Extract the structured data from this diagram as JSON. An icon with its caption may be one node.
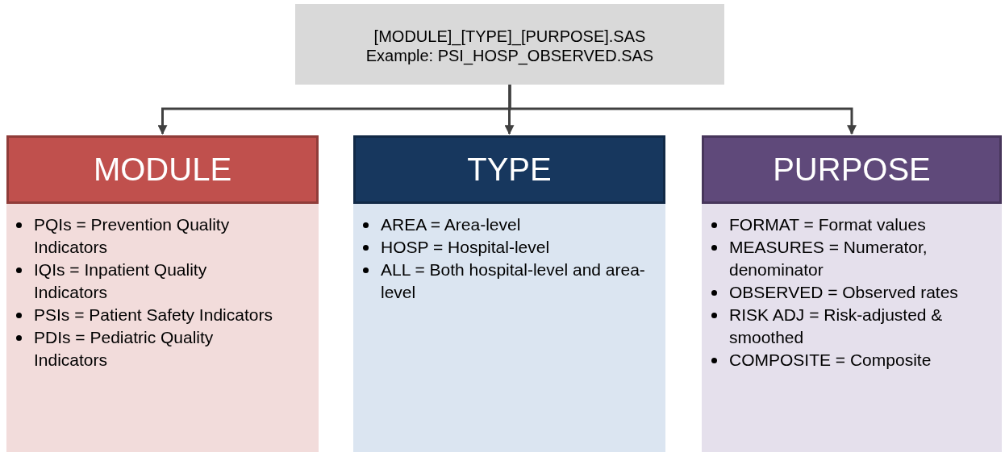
{
  "diagram": {
    "nodes": [
      {
        "text": [
          "[MODULE]_[TYPE]_[PURPOSE].SAS",
          "Example: PSI_HOSP_OBSERVED.SAS"
        ]
      },
      {
        "text": [
          "MODULE",
          "PQIs = Prevention Quality Indicators",
          "IQIs = Inpatient Quality Indicators",
          "PSIs = Patient Safety Indicators",
          "PDIs = Pediatric Quality Indicators"
        ]
      },
      {
        "text": [
          "TYPE",
          "AREA = Area-level",
          "HOSP = Hospital-level",
          "ALL = Both hospital-level and area-level"
        ]
      },
      {
        "text": [
          "PURPOSE",
          "FORMAT = Format values",
          "MEASURES = Numerator, denominator",
          "OBSERVED = Observed rates",
          "RISK ADJ = Risk-adjusted & smoothed",
          "COMPOSITE = Composite"
        ]
      }
    ],
    "edges": [
      {
        "from": 0,
        "to": 1,
        "arrow": "to"
      },
      {
        "from": 0,
        "to": 2,
        "arrow": "to"
      },
      {
        "from": 0,
        "to": 3,
        "arrow": "to"
      }
    ]
  }
}
